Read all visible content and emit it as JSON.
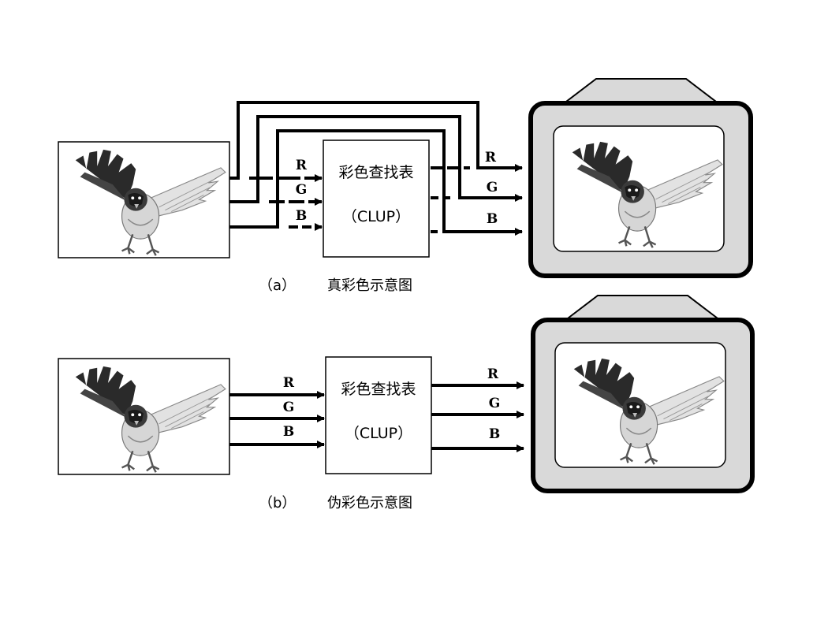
{
  "diagram_a": {
    "lut_title": "彩色查找表",
    "lut_sub": "（CLUP）",
    "input_labels": [
      "R",
      "G",
      "B"
    ],
    "output_labels": [
      "R",
      "G",
      "B"
    ],
    "caption_tag": "（a）",
    "caption_text": "真彩色示意图"
  },
  "diagram_b": {
    "lut_title": "彩色查找表",
    "lut_sub": "（CLUP）",
    "input_labels": [
      "R",
      "G",
      "B"
    ],
    "output_labels": [
      "R",
      "G",
      "B"
    ],
    "caption_tag": "（b）",
    "caption_text": "伪彩色示意图"
  },
  "colors": {
    "line": "#000000",
    "monitor_body": "#d9d9d9",
    "screen": "#ffffff"
  }
}
